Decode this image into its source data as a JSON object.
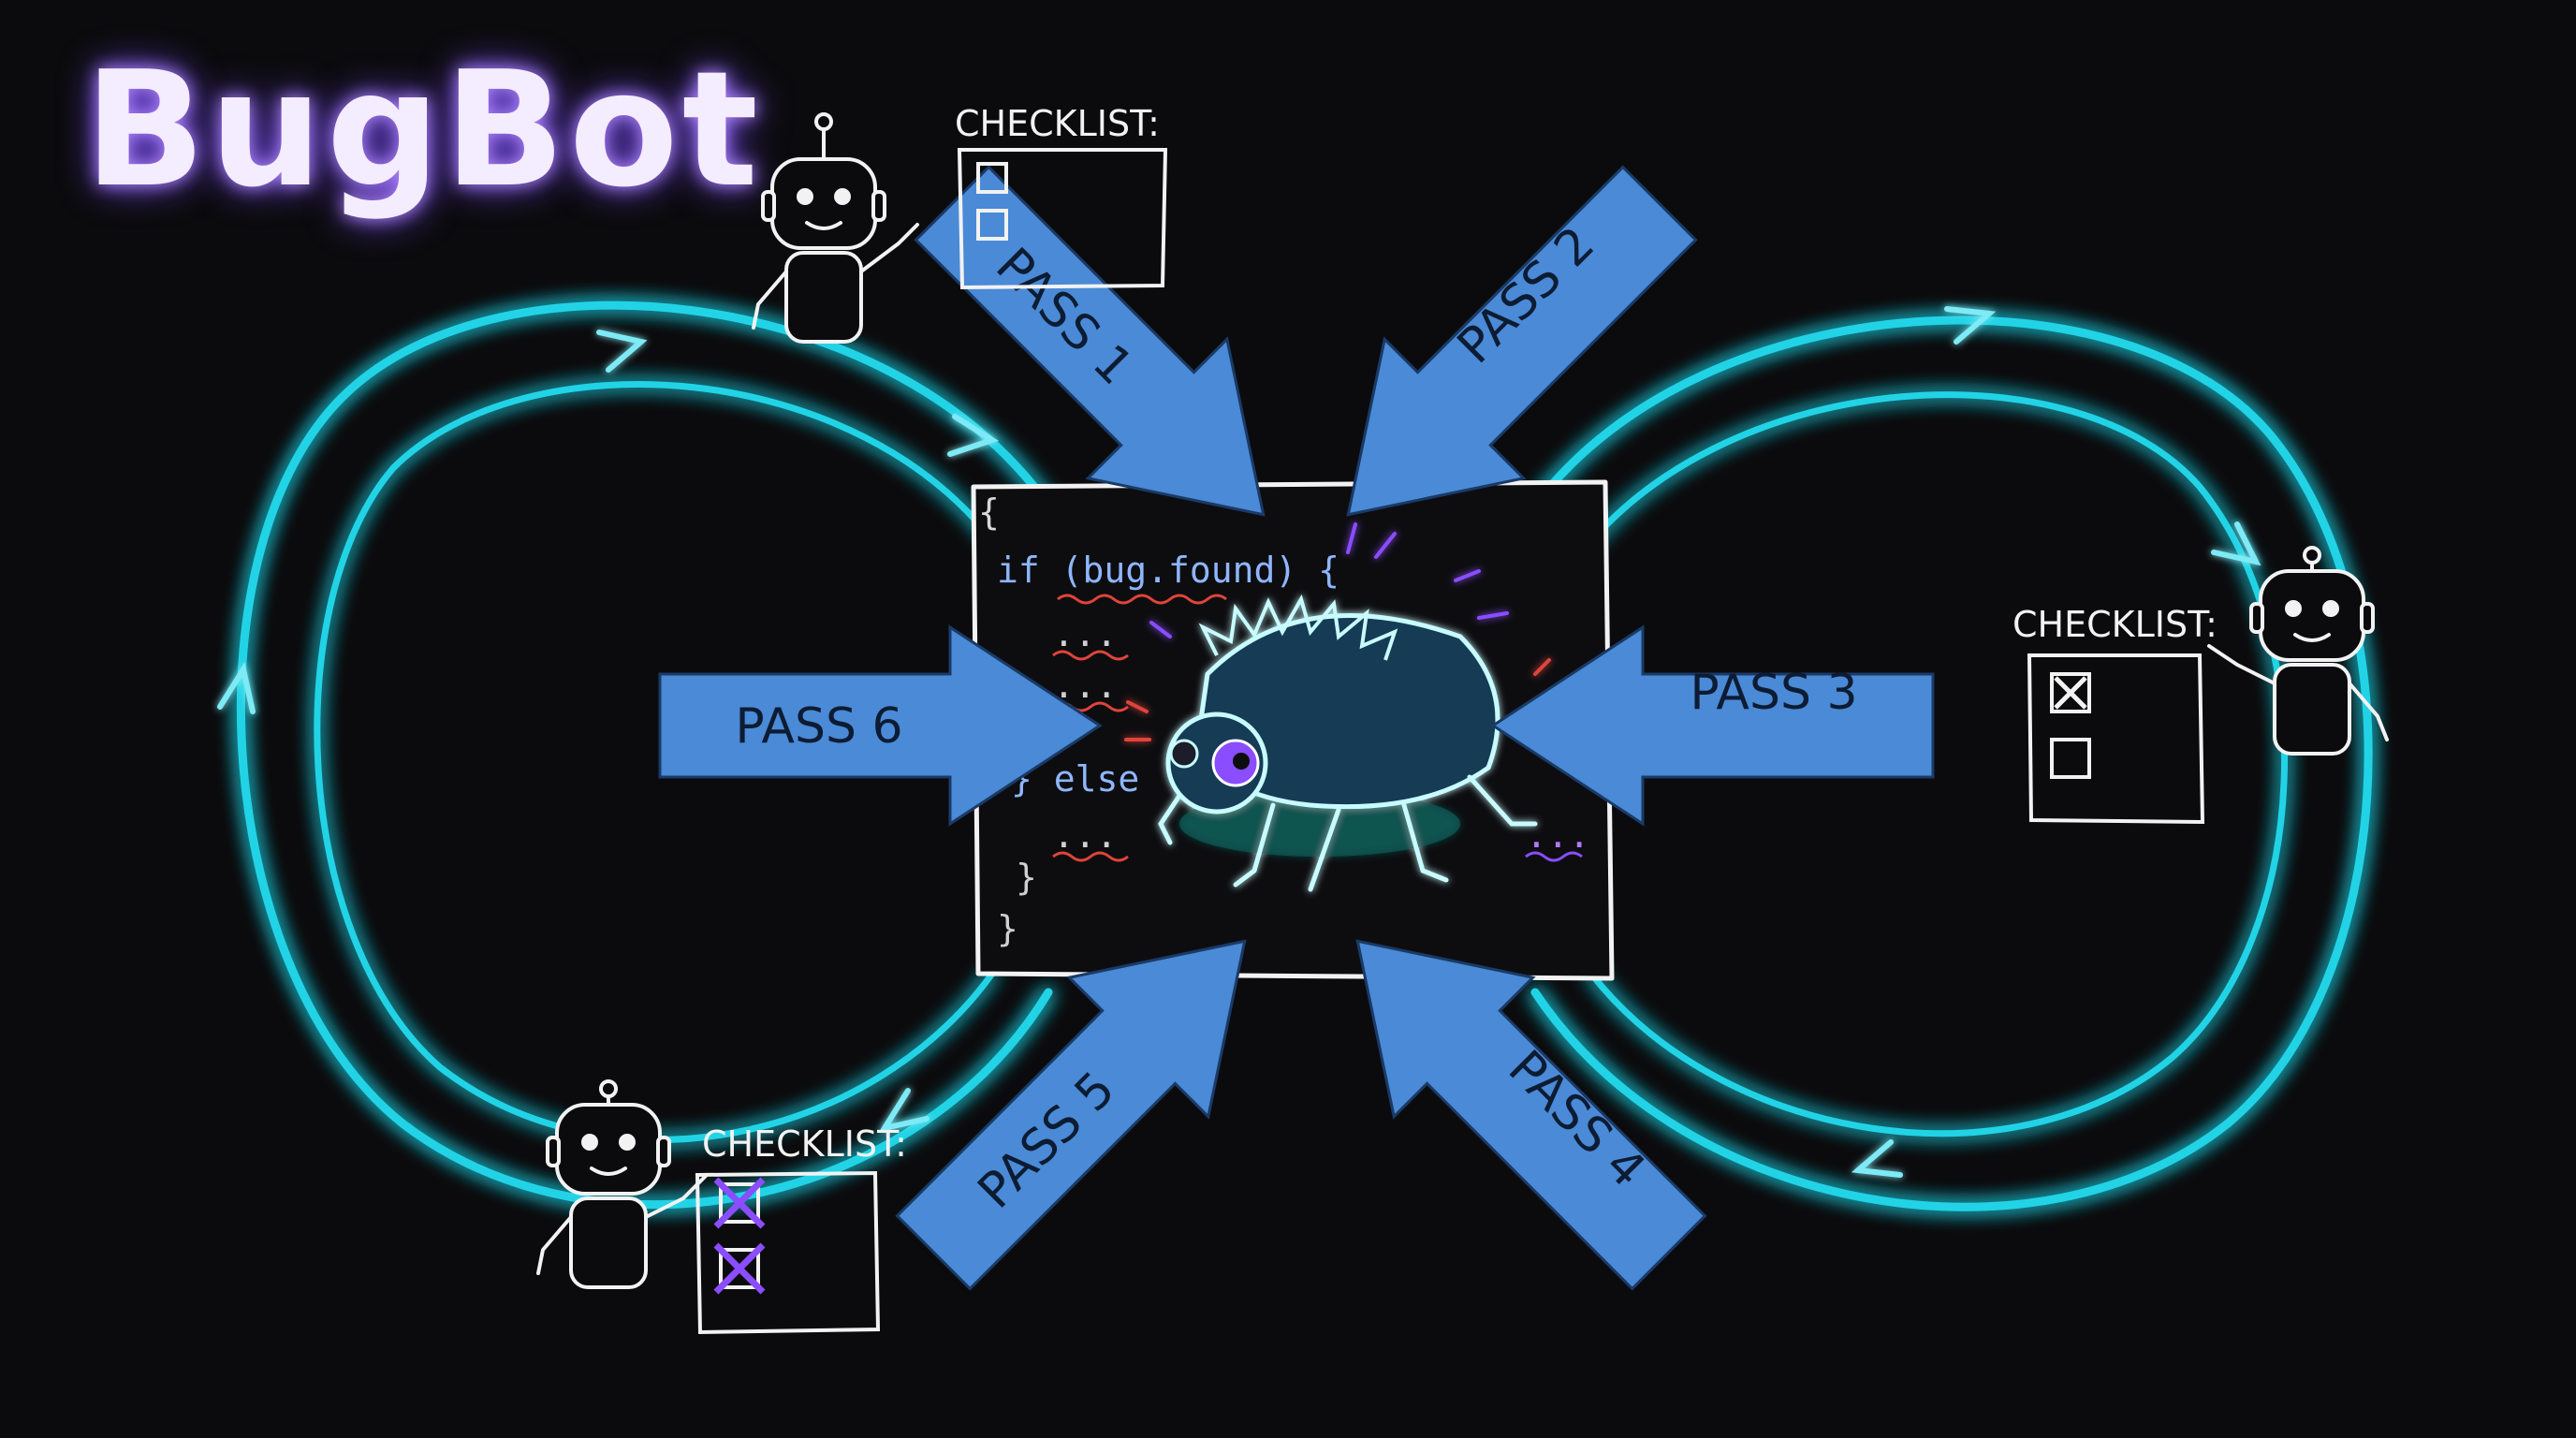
{
  "title": "BugBot",
  "passes": [
    "PASS 1",
    "PASS 2",
    "PASS 3",
    "PASS 4",
    "PASS 5",
    "PASS 6"
  ],
  "checklists": [
    {
      "label": "CHECKLIST:",
      "state": [
        "unchecked",
        "unchecked"
      ]
    },
    {
      "label": "CHECKLIST:",
      "state": [
        "checked",
        "unchecked"
      ]
    },
    {
      "label": "CHECKLIST:",
      "state": [
        "checked",
        "checked"
      ]
    }
  ],
  "code": {
    "line1": "{",
    "line2": "if (bug.found) {",
    "line3": "...",
    "line4": "...",
    "line5": "} else",
    "line6": "...",
    "line7": "}",
    "line8": "}",
    "line9": "..."
  },
  "colors": {
    "background": "#0b0b0d",
    "loop": "#22d3e6",
    "arrow": "#4a8ad6",
    "title_glow": "#b58cff",
    "accent_purple": "#8a4dff",
    "squiggle_red": "#e0443a"
  }
}
